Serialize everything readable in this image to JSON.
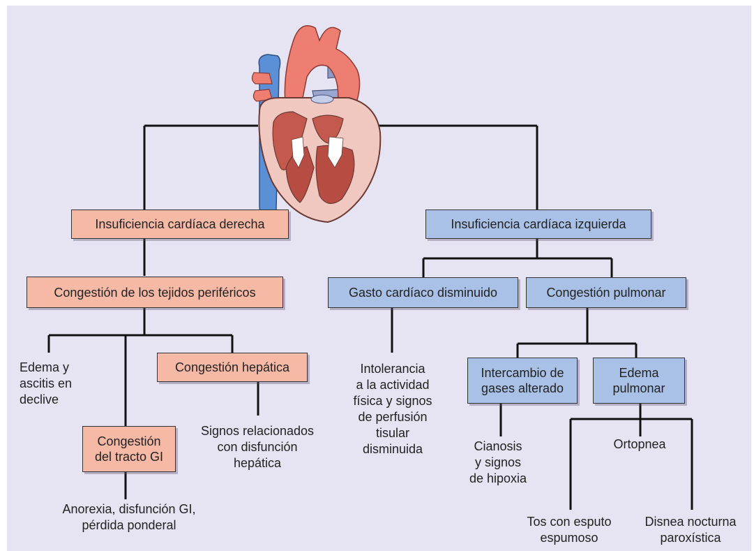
{
  "nodes": {
    "right_hf": "Insuficiencia cardíaca derecha",
    "left_hf": "Insuficiencia cardíaca izquierda",
    "peripheral_congestion": "Congestión de los tejidos periféricos",
    "decreased_output": "Gasto cardíaco disminuido",
    "pulmonary_congestion": "Congestión pulmonar",
    "hepatic_congestion": "Congestión hepática",
    "gi_congestion": "Congestión\ndel tracto GI",
    "gas_exchange": "Intercambio de\ngases alterado",
    "pulmonary_edema": "Edema\npulmonar"
  },
  "texts": {
    "edema_ascites": "Edema y\nascitis en\ndeclive",
    "hepatic_signs": "Signos relacionados\ncon disfunción\nhepática",
    "anorexia": "Anorexia, disfunción GI,\npérdida ponderal",
    "intolerance": "Intolerancia\na la actividad\nfísica y signos\nde perfusión\ntisular\ndisminuida",
    "cyanosis": "Cianosis\ny signos\nde hipoxia",
    "orthopnea": "Ortopnea",
    "cough": "Tos con esputo\nespumoso",
    "pnd": "Disnea nocturna\nparoxística"
  },
  "colors": {
    "right_side_boxes": "#f6b9a6",
    "left_side_boxes": "#a9c1e6",
    "background": "#e6e4f2",
    "heart_muscle": "#c45a4e",
    "aorta": "#ee7d72",
    "vena_cava": "#5b8fd6"
  }
}
